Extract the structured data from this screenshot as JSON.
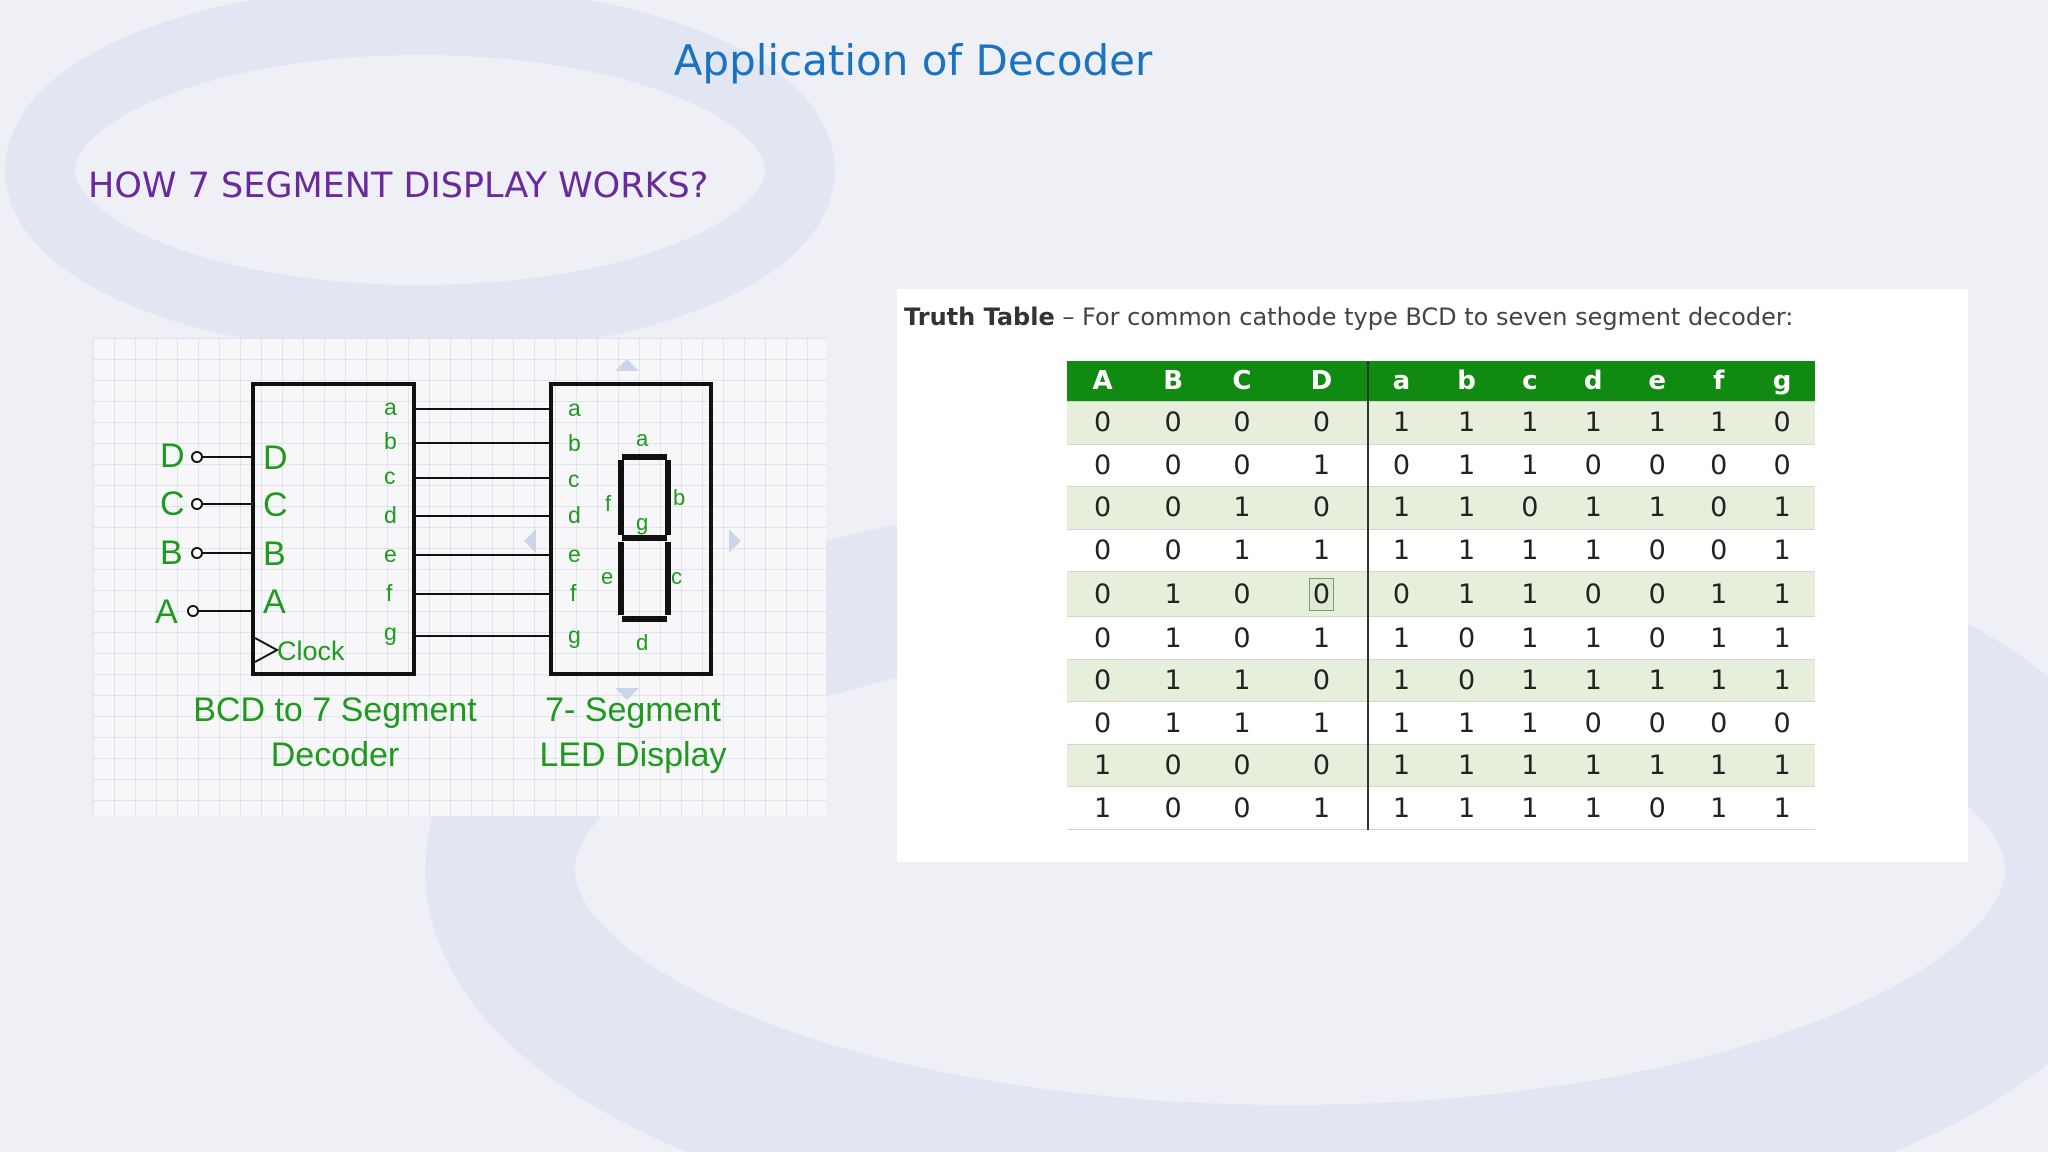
{
  "slide": {
    "title": "Application of Decoder",
    "subtitle": "HOW 7 SEGMENT DISPLAY WORKS?"
  },
  "diagram": {
    "inputs": [
      "D",
      "C",
      "B",
      "A"
    ],
    "decoder_outputs": [
      "a",
      "b",
      "c",
      "d",
      "e",
      "f",
      "g"
    ],
    "clock_label": "Clock",
    "decoder_caption": [
      "BCD to 7 Segment",
      "Decoder"
    ],
    "display_caption": [
      "7- Segment",
      "LED Display"
    ],
    "segments": {
      "a": "a",
      "b": "b",
      "c": "c",
      "d": "d",
      "e": "e",
      "f": "f",
      "g": "g"
    },
    "colors": {
      "label": "#1f9a1f",
      "box": "#111111"
    }
  },
  "truth_table": {
    "caption_bold": "Truth Table",
    "caption_rest": " – For common cathode type BCD to seven segment decoder:",
    "headers": [
      "A",
      "B",
      "C",
      "D",
      "a",
      "b",
      "c",
      "d",
      "e",
      "f",
      "g"
    ],
    "rows": [
      [
        "0",
        "0",
        "0",
        "0",
        "1",
        "1",
        "1",
        "1",
        "1",
        "1",
        "0"
      ],
      [
        "0",
        "0",
        "0",
        "1",
        "0",
        "1",
        "1",
        "0",
        "0",
        "0",
        "0"
      ],
      [
        "0",
        "0",
        "1",
        "0",
        "1",
        "1",
        "0",
        "1",
        "1",
        "0",
        "1"
      ],
      [
        "0",
        "0",
        "1",
        "1",
        "1",
        "1",
        "1",
        "1",
        "0",
        "0",
        "1"
      ],
      [
        "0",
        "1",
        "0",
        "0",
        "0",
        "1",
        "1",
        "0",
        "0",
        "1",
        "1"
      ],
      [
        "0",
        "1",
        "0",
        "1",
        "1",
        "0",
        "1",
        "1",
        "0",
        "1",
        "1"
      ],
      [
        "0",
        "1",
        "1",
        "0",
        "1",
        "0",
        "1",
        "1",
        "1",
        "1",
        "1"
      ],
      [
        "0",
        "1",
        "1",
        "1",
        "1",
        "1",
        "1",
        "0",
        "0",
        "0",
        "0"
      ],
      [
        "1",
        "0",
        "0",
        "0",
        "1",
        "1",
        "1",
        "1",
        "1",
        "1",
        "1"
      ],
      [
        "1",
        "0",
        "0",
        "1",
        "1",
        "1",
        "1",
        "1",
        "0",
        "1",
        "1"
      ]
    ],
    "colors": {
      "header": "#118a11",
      "stripe": "#e6efdc"
    }
  }
}
